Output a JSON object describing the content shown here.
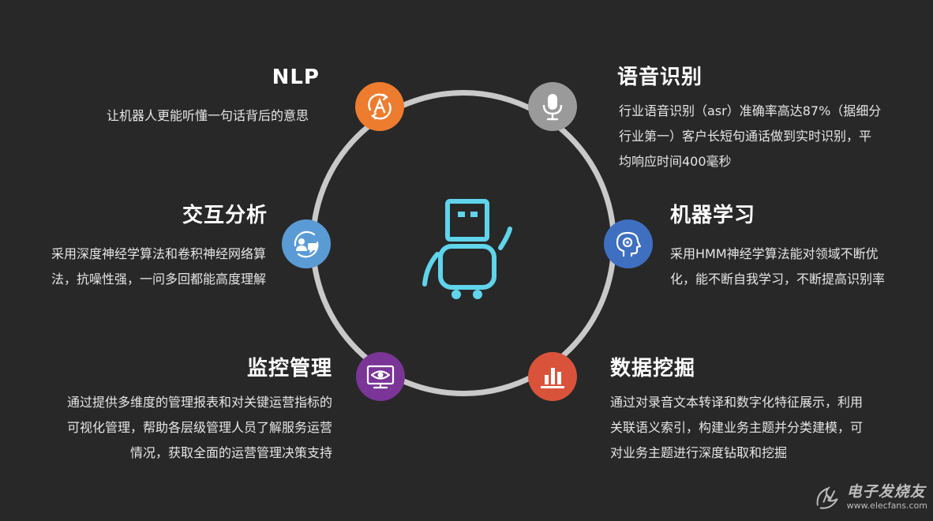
{
  "center": {
    "icon": "robot-icon",
    "color": "#5fd4ea"
  },
  "modules": {
    "nlp": {
      "title": "NLP",
      "lines": [
        "让机器人更能听懂一句话背后的意思"
      ],
      "icon": "letter-a-cycle-icon",
      "color": "#ee7c2f"
    },
    "speech": {
      "title": "语音识别",
      "lines": [
        "行业语音识别（asr）准确率高达87%（据细分",
        "行业第一）客户长短句通话做到实时识别，平",
        "均响应时间400毫秒"
      ],
      "icon": "microphone-icon",
      "color": "#9a9a9a"
    },
    "interaction": {
      "title": "交互分析",
      "lines": [
        "采用深度神经学算法和卷积神经网络算",
        "法，抗噪性强，一问多回都能高度理解"
      ],
      "icon": "people-chat-icon",
      "color": "#5b9bd5"
    },
    "ml": {
      "title": "机器学习",
      "lines": [
        "采用HMM神经学算法能对领域不断优",
        "化，能不断自我学习，不断提高识别率"
      ],
      "icon": "head-gear-icon",
      "color": "#3e6fc0"
    },
    "monitor": {
      "title": "监控管理",
      "lines": [
        "通过提供多维度的管理报表和对关键运营指标的",
        "可视化管理，帮助各层级管理人员了解服务运营",
        "情况，获取全面的运营管理决策支持"
      ],
      "icon": "monitor-eye-icon",
      "color": "#7a3597"
    },
    "mining": {
      "title": "数据挖掘",
      "lines": [
        "通过对录音文本转译和数字化特征展示，利用",
        "关联语义索引，构建业务主题并分类建模，可",
        "对业务主题进行深度钻取和挖掘"
      ],
      "icon": "bar-chart-icon",
      "color": "#d9533b"
    }
  },
  "watermark": {
    "name": "电子发烧友",
    "url": "www.elecfans.com"
  }
}
